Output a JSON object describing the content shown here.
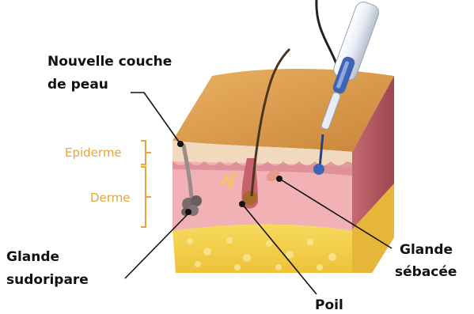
{
  "labels": {
    "new_layer_line1": "Nouvelle couche",
    "new_layer_line2": "de peau",
    "epidermis": "Epiderme",
    "dermis": "Derme",
    "sweat_gland_line1": "Glande",
    "sweat_gland_line2": "sudoripare",
    "sebaceous_gland_line1": "Glande",
    "sebaceous_gland_line2": "sébacée",
    "hair": "Poil"
  },
  "colors": {
    "layer_label": "#e3a63c",
    "skin_top": "#e0a050",
    "epidermis": "#f1d9bd",
    "dermis": "#f2b1b4",
    "dermis_dark": "#c7626c",
    "fat": "#f4d24a",
    "leader": "#111111",
    "probe_blue": "#3f63b6"
  }
}
